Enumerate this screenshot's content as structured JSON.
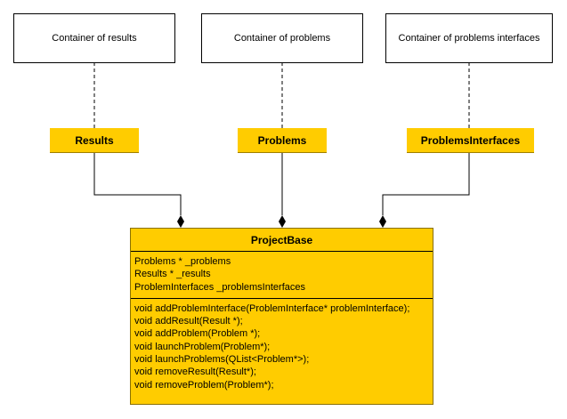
{
  "notes": [
    {
      "text": "Container of results"
    },
    {
      "text": "Container of problems"
    },
    {
      "text": "Container of problems interfaces"
    }
  ],
  "types": [
    {
      "name": "Results"
    },
    {
      "name": "Problems"
    },
    {
      "name": "ProblemsInterfaces"
    }
  ],
  "class": {
    "name": "ProjectBase",
    "attributes": [
      "Problems * _problems",
      "Results * _results",
      "ProblemInterfaces _problemsInterfaces"
    ],
    "operations": [
      "void addProblemInterface(ProblemInterface* problemInterface);",
      "void addResult(Result *);",
      "void addProblem(Problem *);",
      "void launchProblem(Problem*);",
      "void launchProblems(QList<Problem*>);",
      "void removeResult(Result*);",
      "void removeProblem(Problem*);"
    ]
  },
  "colors": {
    "fill": "#ffcc00",
    "line": "#000000",
    "note_fill": "#ffffff"
  }
}
